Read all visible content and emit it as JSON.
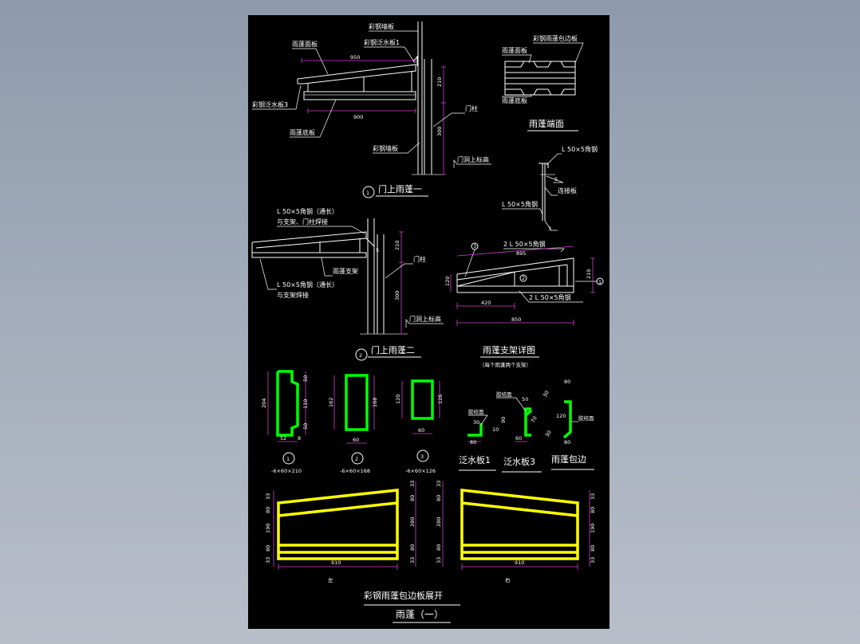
{
  "drawing": {
    "title": "雨蓬（一）",
    "sections": {
      "canopy1": {
        "title": "门上雨蓬一",
        "num": "1",
        "labels": {
          "wall_panel": "彩钢墙板",
          "flashing1": "彩钢泛水板1",
          "face_panel": "雨蓬面板",
          "flashing3": "彩钢泛水板3",
          "bottom_panel": "雨蓬底板",
          "column": "门柱",
          "wall_panel2": "彩钢墙板",
          "door_top": "门洞上标高"
        },
        "dims": {
          "top": "950",
          "bottom": "900",
          "h1": "210",
          "h2": "300"
        }
      },
      "canopy_end": {
        "title": "雨蓬端面",
        "labels": {
          "edge": "彩钢雨蓬包边板",
          "face": "雨蓬面板",
          "bottom": "雨蓬底板"
        }
      },
      "angle_detail": {
        "labels": {
          "angle1": "L 50×5角钢",
          "angle2": "L 50×5角钢",
          "plate": "连接板"
        },
        "nums": {
          "weld": "5",
          "n3": "3"
        }
      },
      "canopy2": {
        "title": "门上雨蓬二",
        "num": "2",
        "labels": {
          "top_angle": "L 50×5角钢（通长）",
          "top_angle2": "与支架、门柱焊接",
          "support": "雨蓬支架",
          "column": "门柱",
          "bottom_angle": "L 50×5角钢（通长）",
          "bottom_angle2": "与支架焊接",
          "door_top": "门洞上标高"
        },
        "dims": {
          "h1": "210",
          "h2": "300",
          "weld": "5"
        }
      },
      "support_detail": {
        "title": "雨蓬支架详图",
        "subtitle": "（每个雨蓬两个支架）",
        "labels": {
          "top_angle": "2 L 50×5角钢",
          "bottom_angle": "2 L 50×5角钢"
        },
        "nums": {
          "c3": "3",
          "c1": "1",
          "c2": "2"
        },
        "dims": {
          "top": "895",
          "left_h": "120",
          "right_h": "210",
          "seg": "420",
          "bottom": "850"
        }
      },
      "plates": [
        {
          "num": "1",
          "spec": "-6×60×210",
          "dims": {
            "h": "204",
            "a": "50",
            "b": "110",
            "c": "50",
            "w": "52",
            "t": "8"
          }
        },
        {
          "num": "2",
          "spec": "-6×60×168",
          "dims": {
            "h": "162",
            "h2": "168",
            "w": "60"
          }
        },
        {
          "num": "3",
          "spec": "-6×60×126",
          "dims": {
            "h": "120",
            "h2": "126",
            "w": "60"
          }
        }
      ],
      "flashings": {
        "f1": {
          "title": "泛水板1",
          "label": "胶结面",
          "dims": {
            "d1": "30",
            "d2": "80",
            "d3": "10"
          }
        },
        "f3": {
          "title": "泛水板3",
          "label": "胶结面",
          "dims": {
            "d1": "50",
            "d2": "90",
            "d3": "60",
            "d4": "70"
          }
        },
        "edge": {
          "title": "雨蓬包边",
          "label": "胶结面",
          "dims": {
            "d1": "80",
            "d2": "30",
            "d3": "120",
            "d4": "80",
            "d5": "30"
          }
        }
      },
      "unfold": {
        "title": "彩钢雨蓬包边板展开",
        "left": {
          "label": "左",
          "w": "910",
          "dims": [
            "33",
            "80",
            "190",
            "80",
            "33"
          ],
          "right_dims": [
            "33",
            "80",
            "280",
            "80",
            "33"
          ]
        },
        "right": {
          "label": "右",
          "w": "910",
          "dims": [
            "33",
            "80",
            "280",
            "80",
            "33"
          ],
          "right_dims": [
            "33",
            "80",
            "190",
            "80",
            "33"
          ]
        }
      }
    }
  }
}
